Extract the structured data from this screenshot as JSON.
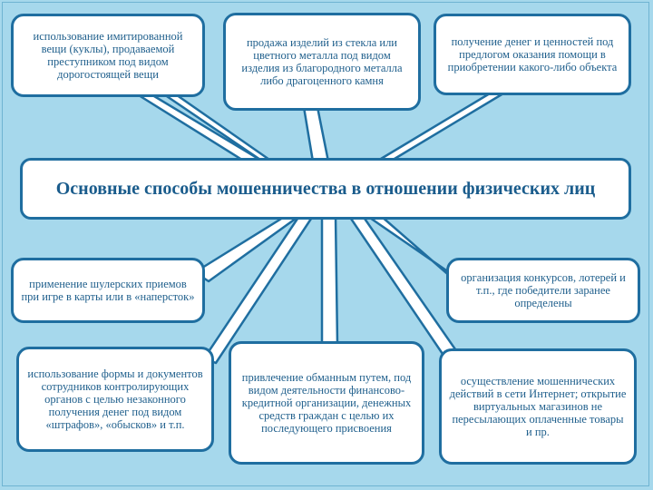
{
  "central": "Основные способы мошенничества в отношении физических лиц",
  "items": [
    "использование имитированной вещи (куклы), продаваемой преступником под видом дорогостоящей вещи",
    "продажа изделий из стекла или цветного металла под видом изделия из благородного металла либо драгоценного камня",
    "получение денег и ценностей под предлогом оказания помощи в приобретении какого-либо объекта",
    "применение шулерских приемов при игре в карты или в «наперсток»",
    "организация конкурсов, лотерей и т.п., где победители заранее определены",
    "использование формы и документов сотрудников контролирующих органов с целью незаконного получения денег под видом «штрафов», «обысков» и т.п.",
    "привлечение обманным путем, под видом деятельности финансово-кредитной организации, денежных средств граждан с целью их последующего присвоения",
    "осуществление мошеннических действий в сети Интернет; открытие виртуальных магазинов не пересылающих оплаченные товары и пр."
  ],
  "colors": {
    "background": "#a6d8ec",
    "border": "#1f6ea0",
    "text": "#1f5f8c"
  }
}
